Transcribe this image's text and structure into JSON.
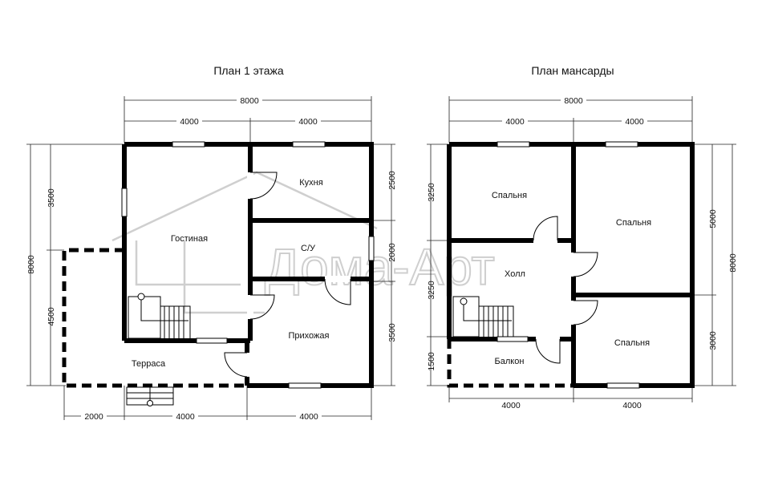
{
  "plan1": {
    "title": "План 1 этажа",
    "rooms": {
      "living": "Гостиная",
      "kitchen": "Кухня",
      "bath": "С/У",
      "hall": "Прихожая",
      "terrace": "Терраса"
    },
    "dims": {
      "top_total": "8000",
      "top_left": "4000",
      "top_right": "4000",
      "left_total": "8000",
      "left_upper": "3500",
      "left_lower": "4500",
      "right_1": "2500",
      "right_2": "2000",
      "right_3": "3500",
      "bottom_1": "2000",
      "bottom_2": "4000",
      "bottom_3": "4000"
    }
  },
  "plan2": {
    "title": "План мансарды",
    "rooms": {
      "bed1": "Спальня",
      "bed2": "Спальня",
      "bed3": "Спальня",
      "hall": "Холл",
      "balcony": "Балкон"
    },
    "dims": {
      "top_total": "8000",
      "top_left": "4000",
      "top_right": "4000",
      "left_1": "3250",
      "left_2": "3250",
      "left_3": "1500",
      "right_total": "8000",
      "right_1": "5000",
      "right_2": "3000",
      "bottom_1": "4000",
      "bottom_2": "4000"
    }
  },
  "watermark": "Дома-Арт"
}
